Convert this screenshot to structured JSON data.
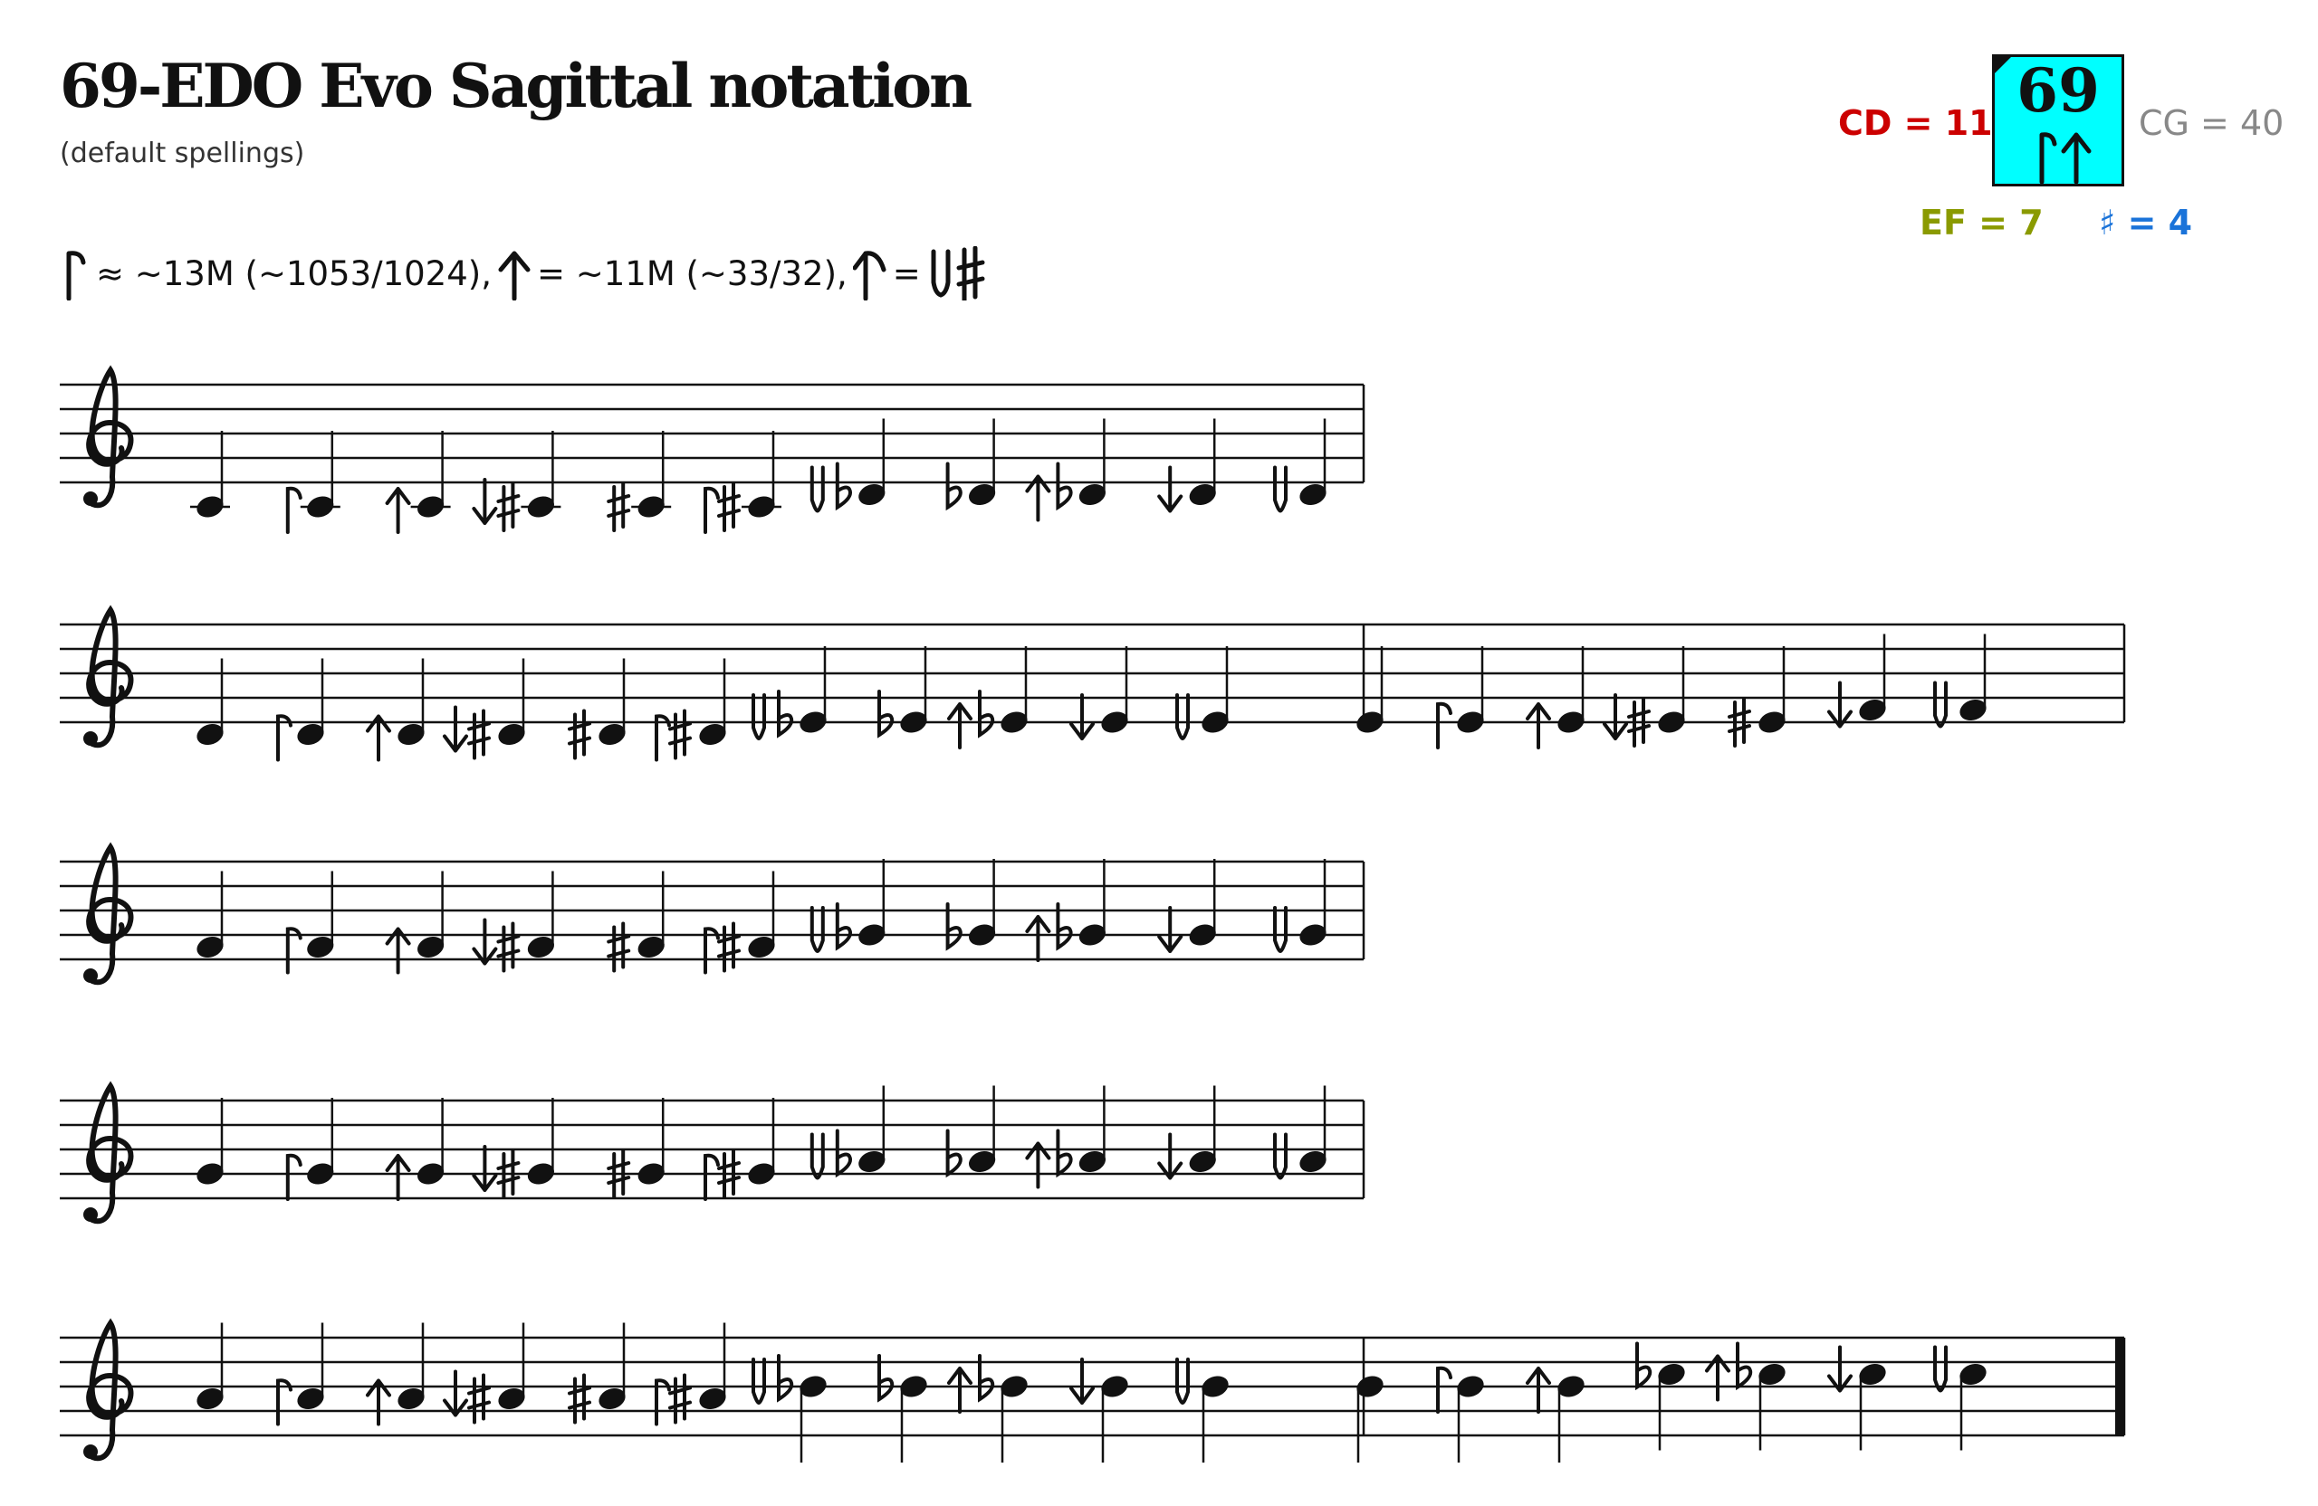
{
  "title": "69-EDO Evo Sagittal notation",
  "subtitle": "(default spellings)",
  "legend": {
    "part1": "≈ ~13M (~1053/1024),",
    "part2": "= ~11M (~33/32),",
    "part3": "="
  },
  "edo_box": {
    "number": "69",
    "background": "#00ffff"
  },
  "stats": {
    "cd": "CD = 11",
    "cg": "CG = 40",
    "ef": "EF = 7",
    "sharp": "♯ = 4"
  },
  "colors": {
    "cd": "#cc0000",
    "cg": "#888888",
    "ef": "#8a9a00",
    "sharp": "#1a73d9"
  },
  "icons": {
    "clef": "treble-clef-icon",
    "sagittals": [
      "flag-up-icon",
      "arrow-up-icon",
      "flag-arrow-up-icon",
      "flag-down-icon",
      "arrow-down-icon",
      "double-down-icon",
      "sharp-icon",
      "flat-icon"
    ]
  },
  "staves": [
    {
      "measures": [
        [
          "C",
          "↑C",
          "↑C",
          "↓♯C",
          "♯C",
          "↑♯C",
          "↓♭D",
          "♭D",
          "↑♭D",
          "↓D",
          "↓D"
        ]
      ]
    },
    {
      "measures": [
        [
          "D",
          "↑D",
          "↑D",
          "↓♯D",
          "♯D",
          "↑♯D",
          "↓♭E",
          "♭E",
          "↑♭E",
          "↓E",
          "↓E"
        ],
        [
          "E",
          "↑E",
          "↑E",
          "↓♯E",
          "♯E",
          "↓F",
          "↓F"
        ]
      ]
    },
    {
      "measures": [
        [
          "F",
          "↑F",
          "↑F",
          "↓♯F",
          "♯F",
          "↑♯F",
          "↓♭G",
          "♭G",
          "↑♭G",
          "↓G",
          "↓G"
        ]
      ]
    },
    {
      "measures": [
        [
          "G",
          "↑G",
          "↑G",
          "↓♯G",
          "♯G",
          "↑♯G",
          "↓♭A",
          "♭A",
          "↑♭A",
          "↓A",
          "↓A"
        ]
      ]
    },
    {
      "measures": [
        [
          "A",
          "↑A",
          "↑A",
          "↓♯A",
          "♯A",
          "↑♯A",
          "↓♭B",
          "♭B",
          "↑♭B",
          "↓B",
          "↓B"
        ],
        [
          "B",
          "↑B",
          "↑B",
          "♭C",
          "↑♭C",
          "↓C",
          "↓C"
        ]
      ]
    }
  ]
}
